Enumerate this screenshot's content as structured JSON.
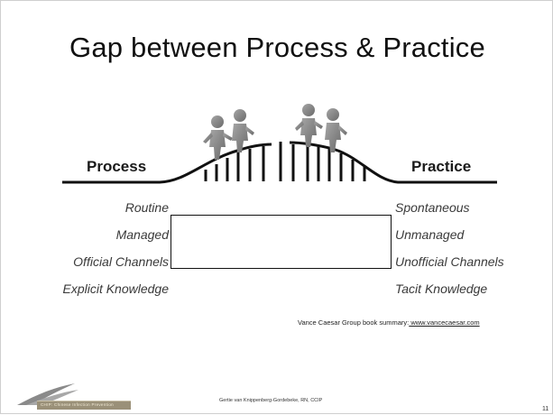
{
  "slide": {
    "title": "Gap between Process & Practice",
    "left_heading": "Process",
    "right_heading": "Practice",
    "left_terms": [
      "Routine",
      "Managed",
      "Official Channels",
      "Explicit Knowledge"
    ],
    "right_terms": [
      "Spontaneous",
      "Unmanaged",
      "Unofficial Channels",
      "Tacit Knowledge"
    ],
    "citation_prefix": "Vance Caesar Group book summary:",
    "citation_link": " www.vancecaesar.com",
    "footer_author": "Gertie van Knippenberg-Gordebeke, RN, CCIP",
    "footer_banner": "CHIP: Chinese Infection Prevention",
    "page_number": "11"
  },
  "colors": {
    "figure": "#8c8c8c",
    "figure_dark": "#6f6f6f",
    "banner": "#9a9078"
  },
  "icons": [
    "people-holding-hands-icon",
    "wing-logo-icon"
  ]
}
